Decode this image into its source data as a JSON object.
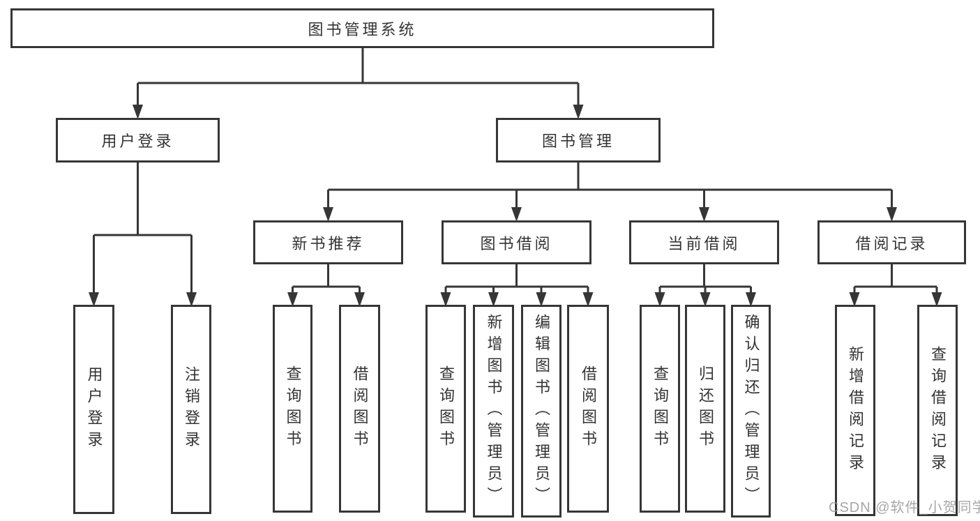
{
  "title": "图书管理系统",
  "watermark": "CSDN @软件_小贺同学",
  "colors": {
    "background": "#ffffff",
    "line": "#363636",
    "text": "#333333",
    "watermark": "#949494"
  },
  "nodes": {
    "root": "图书管理系统",
    "user_login": "用户登录",
    "book_mgmt": "图书管理",
    "new_book_rec": "新书推荐",
    "book_borrow": "图书借阅",
    "current_borrow": "当前借阅",
    "borrow_records": "借阅记录",
    "ul_login": "用户登录",
    "ul_logout": "注销登录",
    "nb_query": "查询图书",
    "nb_borrow": "借阅图书",
    "bb_query": "查询图书",
    "bb_add": "新增图书（管理员）",
    "bb_edit": "编辑图书（管理员）",
    "bb_borrow": "借阅图书",
    "cb_query": "查询图书",
    "cb_return": "归还图书",
    "cb_confirm": "确认归还（管理员）",
    "br_add": "新增借阅记录",
    "br_query": "查询借阅记录"
  },
  "hierarchy": {
    "图书管理系统": {
      "用户登录": [
        "用户登录",
        "注销登录"
      ],
      "图书管理": {
        "新书推荐": [
          "查询图书",
          "借阅图书"
        ],
        "图书借阅": [
          "查询图书",
          "新增图书（管理员）",
          "编辑图书（管理员）",
          "借阅图书"
        ],
        "当前借阅": [
          "查询图书",
          "归还图书",
          "确认归还（管理员）"
        ],
        "借阅记录": [
          "新增借阅记录",
          "查询借阅记录"
        ]
      }
    }
  }
}
